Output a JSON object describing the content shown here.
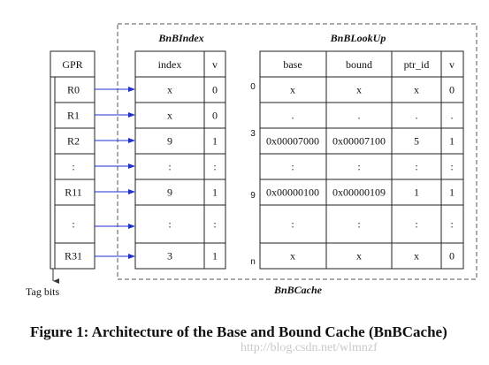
{
  "cache_label": "BnBCache",
  "gpr": {
    "header": "GPR",
    "rows": [
      "R0",
      "R1",
      "R2",
      ":",
      "R11",
      ":",
      "R31"
    ],
    "tag_label": "Tag bits"
  },
  "bnb_index": {
    "title": "BnBIndex",
    "headers": [
      "index",
      "v"
    ],
    "rows": [
      [
        "x",
        "0"
      ],
      [
        "x",
        "0"
      ],
      [
        "9",
        "1"
      ],
      [
        ":",
        ":"
      ],
      [
        "9",
        "1"
      ],
      [
        ":",
        ":"
      ],
      [
        "3",
        "1"
      ]
    ]
  },
  "bnb_lookup": {
    "title": "BnBLookUp",
    "headers": [
      "base",
      "bound",
      "ptr_id",
      "v"
    ],
    "row_indices": [
      "0",
      "",
      "3",
      "",
      "9",
      "",
      "n"
    ],
    "rows": [
      [
        "x",
        "x",
        "x",
        "0"
      ],
      [
        ".",
        ".",
        ".",
        "."
      ],
      [
        "0x00007000",
        "0x00007100",
        "5",
        "1"
      ],
      [
        ":",
        ":",
        ":",
        ":"
      ],
      [
        "0x00000100",
        "0x00000109",
        "1",
        "1"
      ],
      [
        ":",
        ":",
        ":",
        ":"
      ],
      [
        "x",
        "x",
        "x",
        "0"
      ]
    ]
  },
  "colors": {
    "arrow": "#1f2fd6",
    "line": "#222222",
    "dashed": "#555555"
  },
  "caption": "Figure 1:  Architecture of the Base and Bound Cache (BnBCache)",
  "watermark": "http://blog.csdn.net/wlmnzf"
}
